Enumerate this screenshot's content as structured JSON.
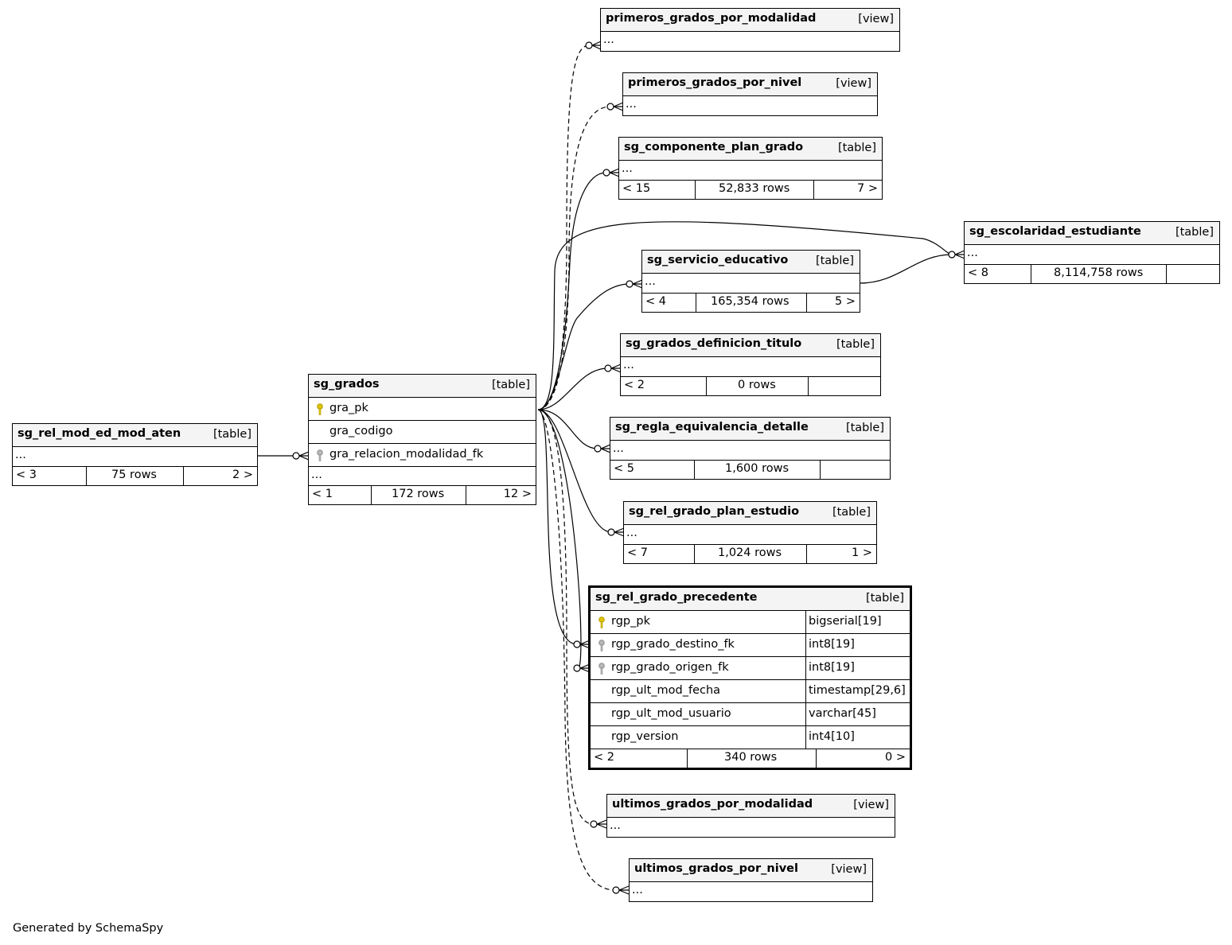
{
  "footer_note": "Generated by SchemaSpy",
  "tables": {
    "primeros_grados_por_modalidad": {
      "name": "primeros_grados_por_modalidad",
      "type": "[view]",
      "ellipsis": "..."
    },
    "primeros_grados_por_nivel": {
      "name": "primeros_grados_por_nivel",
      "type": "[view]",
      "ellipsis": "..."
    },
    "sg_componente_plan_grado": {
      "name": "sg_componente_plan_grado",
      "type": "[table]",
      "ellipsis": "...",
      "parents": "< 15",
      "rows": "52,833 rows",
      "children": "7 >"
    },
    "sg_escolaridad_estudiante": {
      "name": "sg_escolaridad_estudiante",
      "type": "[table]",
      "ellipsis": "...",
      "parents": "< 8",
      "rows": "8,114,758 rows",
      "children": ""
    },
    "sg_servicio_educativo": {
      "name": "sg_servicio_educativo",
      "type": "[table]",
      "ellipsis": "...",
      "parents": "< 4",
      "rows": "165,354 rows",
      "children": "5 >"
    },
    "sg_grados_definicion_titulo": {
      "name": "sg_grados_definicion_titulo",
      "type": "[table]",
      "ellipsis": "...",
      "parents": "< 2",
      "rows": "0 rows",
      "children": ""
    },
    "sg_regla_equivalencia_detalle": {
      "name": "sg_regla_equivalencia_detalle",
      "type": "[table]",
      "ellipsis": "...",
      "parents": "< 5",
      "rows": "1,600 rows",
      "children": ""
    },
    "sg_rel_grado_plan_estudio": {
      "name": "sg_rel_grado_plan_estudio",
      "type": "[table]",
      "ellipsis": "...",
      "parents": "< 7",
      "rows": "1,024 rows",
      "children": "1 >"
    },
    "sg_rel_mod_ed_mod_aten": {
      "name": "sg_rel_mod_ed_mod_aten",
      "type": "[table]",
      "ellipsis": "...",
      "parents": "< 3",
      "rows": "75 rows",
      "children": "2 >"
    },
    "sg_grados": {
      "name": "sg_grados",
      "type": "[table]",
      "ellipsis": "...",
      "columns": [
        "gra_pk",
        "gra_codigo",
        "gra_relacion_modalidad_fk"
      ],
      "parents": "< 1",
      "rows": "172 rows",
      "children": "12 >"
    },
    "sg_rel_grado_precedente": {
      "name": "sg_rel_grado_precedente",
      "type": "[table]",
      "columns": [
        {
          "name": "rgp_pk",
          "type": "bigserial[19]"
        },
        {
          "name": "rgp_grado_destino_fk",
          "type": "int8[19]"
        },
        {
          "name": "rgp_grado_origen_fk",
          "type": "int8[19]"
        },
        {
          "name": "rgp_ult_mod_fecha",
          "type": "timestamp[29,6]"
        },
        {
          "name": "rgp_ult_mod_usuario",
          "type": "varchar[45]"
        },
        {
          "name": "rgp_version",
          "type": "int4[10]"
        }
      ],
      "parents": "< 2",
      "rows": "340 rows",
      "children": "0 >"
    },
    "ultimos_grados_por_modalidad": {
      "name": "ultimos_grados_por_modalidad",
      "type": "[view]",
      "ellipsis": "..."
    },
    "ultimos_grados_por_nivel": {
      "name": "ultimos_grados_por_nivel",
      "type": "[view]",
      "ellipsis": "..."
    }
  },
  "icons": {
    "primary_key": "key-icon-gold",
    "foreign_key": "key-icon-gray"
  },
  "colors": {
    "header_bg": "#f4f4f4",
    "pk_key": "#e0c400",
    "fk_key": "#a8a8a8",
    "line": "#000000"
  }
}
